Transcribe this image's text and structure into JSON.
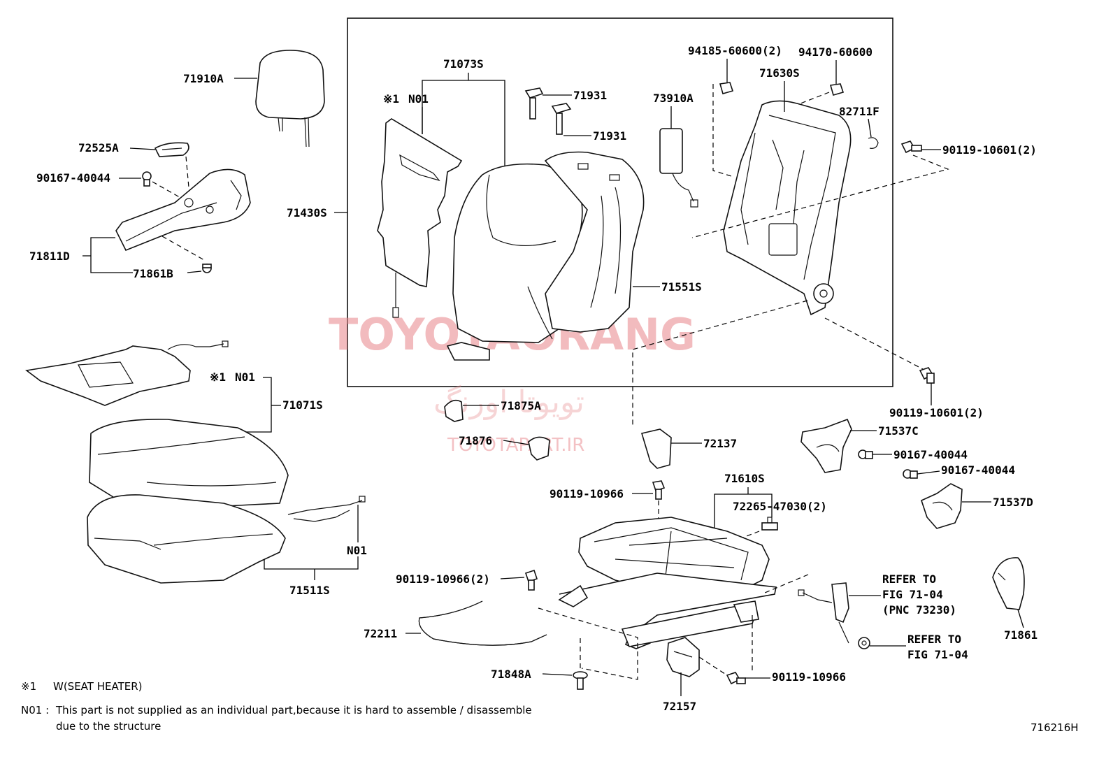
{
  "watermark": {
    "brand": "TOYOTAORANG",
    "persian": "تویوتا اورنگ",
    "site": "TOYOTAPART.IR"
  },
  "parts": {
    "p71910A": "71910A",
    "p72525A": "72525A",
    "p90167_40044_a": "90167-40044",
    "p71811D": "71811D",
    "p71861B": "71861B",
    "p71073S": "71073S",
    "n01_a_mark": "※1",
    "n01_a": "N01",
    "p71931_a": "71931",
    "p71931_b": "71931",
    "p71430S": "71430S",
    "p94185": "94185-60600(2)",
    "p94170": "94170-60600",
    "p71630S": "71630S",
    "p73910A": "73910A",
    "p82711F": "82711F",
    "p90119_10601_a": "90119-10601(2)",
    "p71551S": "71551S",
    "n01_b_mark": "※1",
    "n01_b": "N01",
    "p71071S": "71071S",
    "p71875A": "71875A",
    "p71876": "71876",
    "p72137": "72137",
    "p90119_10601_b": "90119-10601(2)",
    "p71537C": "71537C",
    "p90167_40044_b": "90167-40044",
    "p90167_40044_c": "90167-40044",
    "p71537D": "71537D",
    "p71610S": "71610S",
    "p90119_10966_a": "90119-10966",
    "p72265": "72265-47030(2)",
    "n01_c": "N01",
    "p71511S": "71511S",
    "p90119_10966_b": "90119-10966(2)",
    "refer1_a": "REFER TO",
    "refer1_b": "FIG 71-04",
    "refer1_c": "(PNC 73230)",
    "p72211": "72211",
    "refer2_a": "REFER TO",
    "refer2_b": "FIG 71-04",
    "p71861": "71861",
    "p71848A": "71848A",
    "p90119_10966_c": "90119-10966",
    "p72157": "72157"
  },
  "notes": {
    "mark": "※1",
    "mark_text": "W(SEAT HEATER)",
    "n01_key": "N01 :",
    "n01_line1": "This part is not supplied as an individual part,because it is hard to assemble / disassemble",
    "n01_line2": "due to the structure"
  },
  "figure_id": "716216H"
}
